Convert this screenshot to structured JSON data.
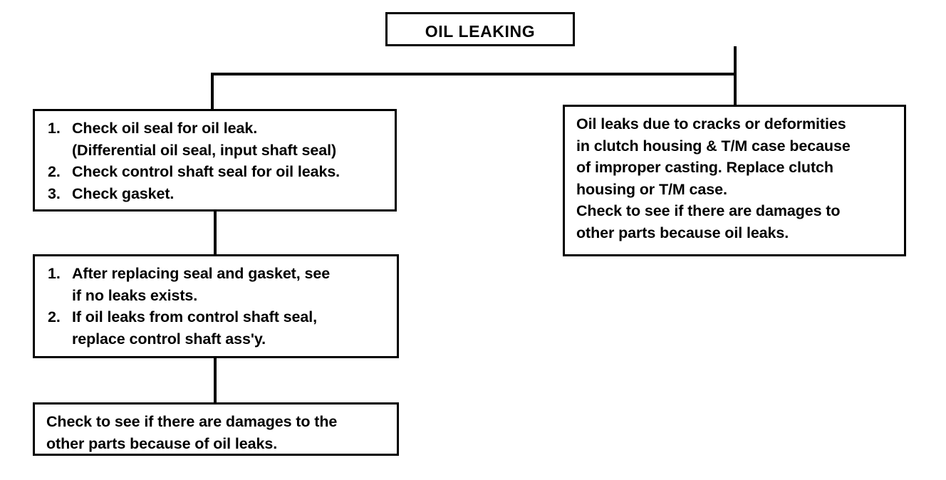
{
  "diagram": {
    "title": "OIL LEAKING",
    "type": "troubleshooting-flowchart",
    "colors": {
      "background": "#ffffff",
      "stroke": "#000000",
      "text": "#000000"
    },
    "root": {
      "label": "OIL LEAKING"
    },
    "left_branch": {
      "box1": {
        "items": [
          {
            "marker": "1.",
            "line1": "Check oil seal for oil leak.",
            "line2": "(Differential oil seal, input shaft seal)"
          },
          {
            "marker": "2.",
            "line1": "Check control shaft seal for oil leaks.",
            "line2": ""
          },
          {
            "marker": "3.",
            "line1": "Check gasket.",
            "line2": ""
          }
        ]
      },
      "box2": {
        "items": [
          {
            "marker": "1.",
            "line1": "After replacing seal and gasket, see",
            "line2": "if no leaks exists."
          },
          {
            "marker": "2.",
            "line1": "If oil leaks from control shaft seal,",
            "line2": "replace control shaft ass'y."
          }
        ]
      },
      "box3": {
        "lines": [
          "Check to see if there are damages to the",
          "other parts because of oil leaks."
        ]
      }
    },
    "right_branch": {
      "box1": {
        "lines": [
          "Oil leaks due to cracks or deformities",
          "in clutch housing & T/M case because",
          "of improper casting. Replace clutch",
          "housing or T/M case.",
          "Check to see if there are damages to",
          "other parts because oil leaks."
        ]
      }
    },
    "edges": [
      {
        "name": "root-to-bus",
        "from": "root",
        "to": "bus"
      },
      {
        "name": "bus-to-left",
        "from": "bus",
        "to": "left-box-1"
      },
      {
        "name": "bus-to-right",
        "from": "bus",
        "to": "right-box-1"
      },
      {
        "name": "left-1-to-left-2",
        "from": "left-box-1",
        "to": "left-box-2"
      },
      {
        "name": "left-2-to-left-3",
        "from": "left-box-2",
        "to": "left-box-3"
      }
    ]
  }
}
